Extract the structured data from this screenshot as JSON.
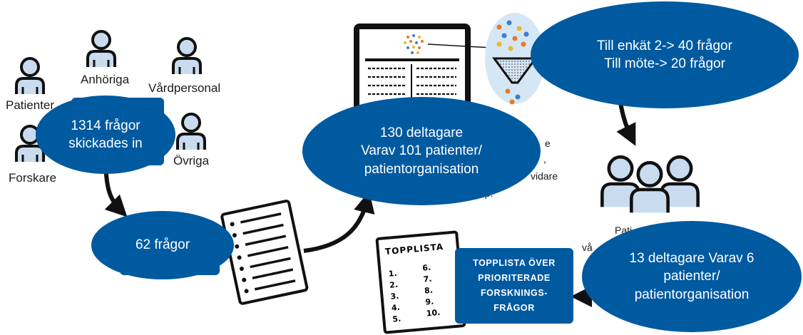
{
  "stakeholders": {
    "patienter": "Patienter",
    "anhoriga": "Anhöriga",
    "vardpersonal": "Vårdpersonal",
    "forskare": "Forskare",
    "ovriga": "Övriga"
  },
  "steps": {
    "submitted": {
      "line1": "1314 frågor",
      "line2": "skickades in"
    },
    "filtered": {
      "label": "62 frågor"
    },
    "survey": {
      "line1": "130 deltagare",
      "line2": "Varav 101 patienter/",
      "line3": "patientorganisation"
    },
    "funnel": {
      "line1": "Till enkät 2-> 40 frågor",
      "line2": "Till möte-> 20 frågor"
    },
    "meeting": {
      "line1": "13 deltagare Varav 6",
      "line2": "patienter/",
      "line3": "patientorganisation"
    }
  },
  "hidden_fragments": {
    "survey_r1": "e",
    "survey_r2": ",",
    "survey_r3": "vidare",
    "survey_r4": "op.",
    "meeting_a": "Pati",
    "meeting_b": "vå"
  },
  "toplist": {
    "title": "TOPPLISTA",
    "numbers": [
      "1.",
      "2.",
      "3.",
      "4.",
      "5.",
      "6.",
      "7.",
      "8.",
      "9.",
      "10."
    ],
    "badge_line1": "TOPPLISTA ÖVER",
    "badge_line2": "PRIORITERADE",
    "badge_line3": "FORSKNINGS-",
    "badge_line4": "FRÅGOR"
  },
  "colors": {
    "primary": "#005aa0",
    "figure_fill": "#c9dcef",
    "stroke": "#111111"
  }
}
